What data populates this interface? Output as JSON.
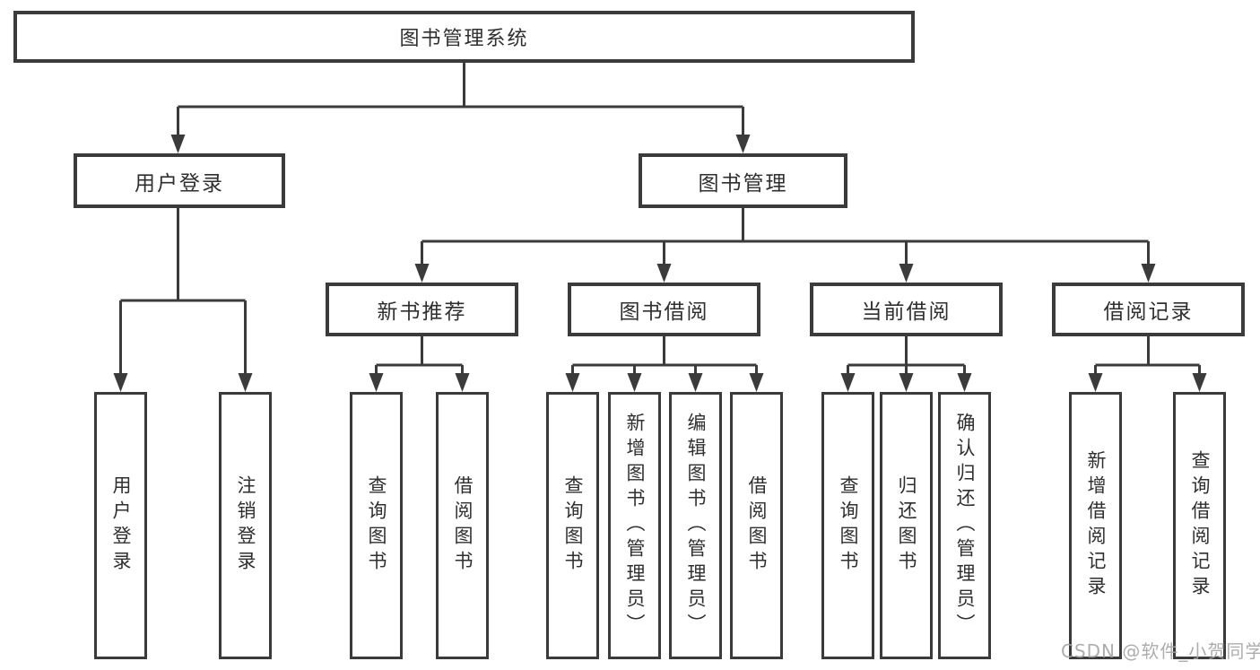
{
  "diagram": {
    "root": {
      "label": "图书管理系统"
    },
    "branches": [
      {
        "label": "用户登录",
        "children": [
          {
            "label": "用户登录"
          },
          {
            "label": "注销登录"
          }
        ]
      },
      {
        "label": "图书管理",
        "sections": [
          {
            "label": "新书推荐",
            "children": [
              {
                "label": "查询图书"
              },
              {
                "label": "借阅图书"
              }
            ]
          },
          {
            "label": "图书借阅",
            "children": [
              {
                "label": "查询图书"
              },
              {
                "label": "新增图书（管理员）"
              },
              {
                "label": "编辑图书（管理员）"
              },
              {
                "label": "借阅图书"
              }
            ]
          },
          {
            "label": "当前借阅",
            "children": [
              {
                "label": "查询图书"
              },
              {
                "label": "归还图书"
              },
              {
                "label": "确认归还（管理员）"
              }
            ]
          },
          {
            "label": "借阅记录",
            "children": [
              {
                "label": "新增借阅记录"
              },
              {
                "label": "查询借阅记录"
              }
            ]
          }
        ]
      }
    ]
  },
  "watermark": {
    "text": "CSDN @软件_小贺同学"
  },
  "colors": {
    "line": "#3b3b3b",
    "text": "#2f2f2f",
    "watermark": "#a4a4a4",
    "background": "#ffffff"
  }
}
